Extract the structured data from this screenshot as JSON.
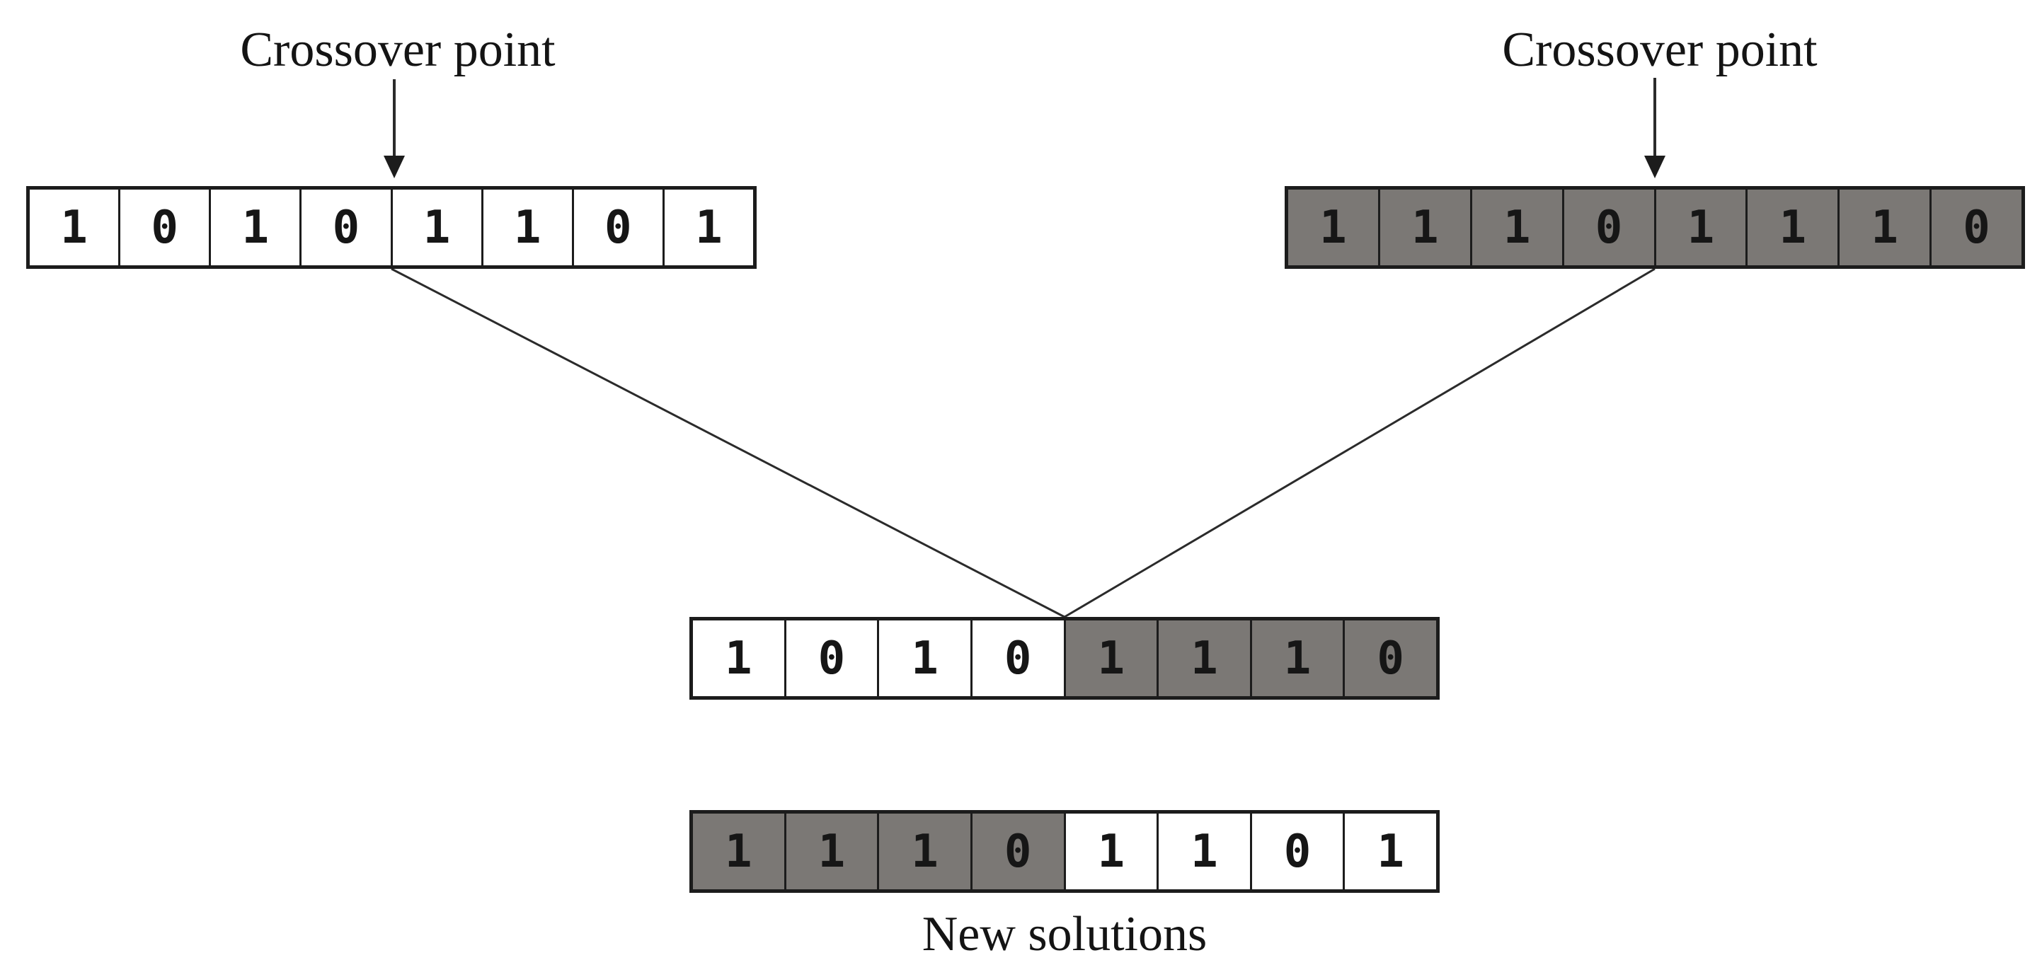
{
  "diagram": {
    "crossover_label_left": "Crossover point",
    "crossover_label_right": "Crossover point",
    "new_solutions_label": "New solutions"
  },
  "colors": {
    "background": "#ffffff",
    "cell_white": "#ffffff",
    "cell_gray": "#7b7875",
    "cell_border": "#1c1c1c",
    "connector_line": "#2b2b2b",
    "label_text": "#141414"
  },
  "arrays": {
    "parent1": {
      "bits": [
        "1",
        "0",
        "1",
        "0",
        "1",
        "1",
        "0",
        "1"
      ],
      "cell_colors": [
        "white",
        "white",
        "white",
        "white",
        "white",
        "white",
        "white",
        "white"
      ],
      "crossover_after_index": 4
    },
    "parent2": {
      "bits": [
        "1",
        "1",
        "1",
        "0",
        "1",
        "1",
        "1",
        "0"
      ],
      "cell_colors": [
        "gray",
        "gray",
        "gray",
        "gray",
        "gray",
        "gray",
        "gray",
        "gray"
      ],
      "crossover_after_index": 4
    },
    "child1": {
      "bits": [
        "1",
        "0",
        "1",
        "0",
        "1",
        "1",
        "1",
        "0"
      ],
      "cell_colors": [
        "white",
        "white",
        "white",
        "white",
        "gray",
        "gray",
        "gray",
        "gray"
      ]
    },
    "child2": {
      "bits": [
        "1",
        "1",
        "1",
        "0",
        "1",
        "1",
        "0",
        "1"
      ],
      "cell_colors": [
        "gray",
        "gray",
        "gray",
        "gray",
        "white",
        "white",
        "white",
        "white"
      ]
    }
  }
}
